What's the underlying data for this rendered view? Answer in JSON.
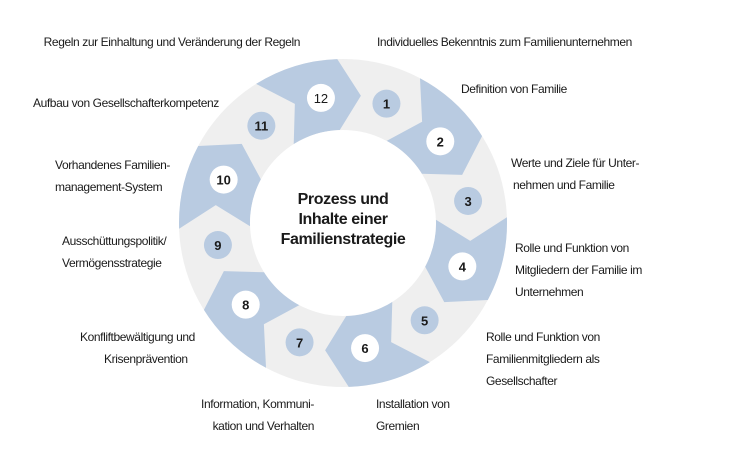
{
  "center_title": [
    "Prozess und",
    "Inhalte einer",
    "Familienstrategie"
  ],
  "colors": {
    "blue": "#b9cbe1",
    "gray": "#efefef",
    "white": "#ffffff"
  },
  "steps": [
    {
      "number": "1",
      "label": [
        "Individuelles Bekenntnis zum Familienunternehmen"
      ]
    },
    {
      "number": "2",
      "label": [
        "Definition von Familie"
      ]
    },
    {
      "number": "3",
      "label": [
        "Werte und Ziele für Unter-",
        "nehmen und Familie"
      ]
    },
    {
      "number": "4",
      "label": [
        "Rolle und Funktion von",
        "Mitgliedern der Familie im",
        "Unternehmen"
      ]
    },
    {
      "number": "5",
      "label": [
        "Rolle und Funktion von",
        "Familienmitgliedern als",
        "Gesellschafter"
      ]
    },
    {
      "number": "6",
      "label": [
        "Installation von",
        "Gremien"
      ]
    },
    {
      "number": "7",
      "label": [
        "Information, Kommuni-",
        "kation und Verhalten"
      ]
    },
    {
      "number": "8",
      "label": [
        "Konfliftbewältigung und",
        "Krisenprävention"
      ]
    },
    {
      "number": "9",
      "label": [
        "Ausschüttungspolitik/",
        "Vermögensstrategie"
      ]
    },
    {
      "number": "10",
      "label": [
        "Vorhandenes Familien-",
        "management-System"
      ]
    },
    {
      "number": "11",
      "label": [
        "Aufbau von Gesellschafterkompetenz"
      ]
    },
    {
      "number": "12",
      "label": [
        "Regeln zur Einhaltung und Veränderung der Regeln"
      ]
    }
  ]
}
